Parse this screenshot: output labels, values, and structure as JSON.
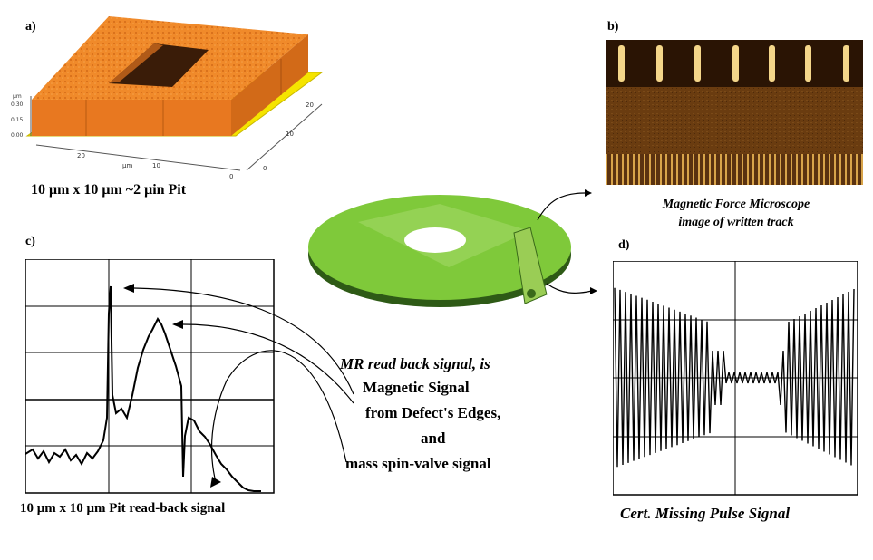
{
  "labels": {
    "a": "a)",
    "b": "b)",
    "c": "c)",
    "d": "d)"
  },
  "captions": {
    "a": "10 μm x 10 μm ~2 μin Pit",
    "b_line1": "Magnetic Force Microscope",
    "b_line2": "image of written track",
    "c": "10 μm x 10 μm Pit read-back signal",
    "d": "Cert. Missing Pulse Signal"
  },
  "center_text": {
    "line1": "MR read back signal, is",
    "line2": "Magnetic Signal",
    "line3": "from Defect's Edges,",
    "line4": "and",
    "line5": "mass spin-valve signal"
  },
  "afm_axis": {
    "z_unit": "μm",
    "z_ticks": [
      "0.30",
      "0.15",
      "0.00"
    ],
    "x_unit": "μm",
    "x_ticks": [
      "20",
      "10",
      "0"
    ],
    "y_ticks": [
      "20",
      "10",
      "0"
    ]
  },
  "colors": {
    "afm_top": "#f08a2a",
    "afm_side": "#e87820",
    "afm_base": "#f5e400",
    "disk": "#7fc93a",
    "mfm_bg": "#6a3c10"
  }
}
